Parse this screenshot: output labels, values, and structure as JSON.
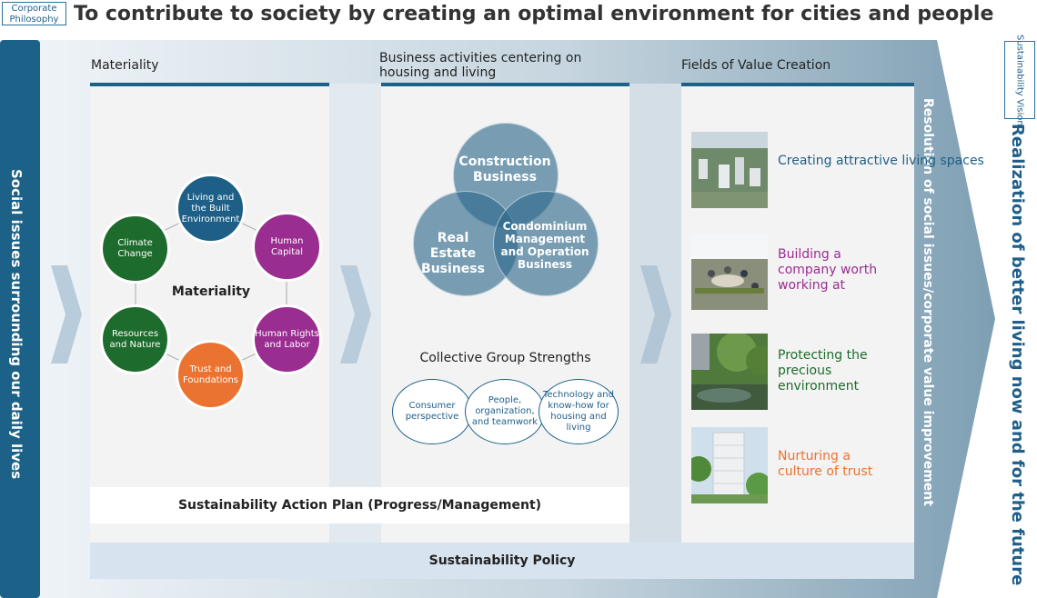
{
  "header": {
    "tag": "Corporate Philosophy",
    "title": "To contribute to society by creating an optimal environment for cities and people"
  },
  "left_bar": {
    "text": "Social issues surrounding our daily lives"
  },
  "right_bar": {
    "text": "Resolution of social issues/corporate value improvement"
  },
  "outcome": {
    "text": "Realization of better living now and for the future"
  },
  "vision_tag": "Sustainability Vision",
  "materiality": {
    "heading": "Materiality",
    "center_label": "Materiality",
    "items": [
      {
        "label": "Living and the Built Environment",
        "color": "#1d5f86"
      },
      {
        "label": "Human Capital",
        "color": "#9a2d90"
      },
      {
        "label": "Human Rights and Labor",
        "color": "#9a2d90"
      },
      {
        "label": "Trust and Foundations",
        "color": "#ea7331"
      },
      {
        "label": "Resources and Nature",
        "color": "#1e6c2d"
      },
      {
        "label": "Climate Change",
        "color": "#1e6c2d"
      }
    ]
  },
  "business": {
    "heading": "Business activities centering on housing and living",
    "venn": [
      "Construction Business",
      "Real Estate Business",
      "Condominium Management and Operation Business"
    ],
    "strengths_heading": "Collective Group Strengths",
    "strengths": [
      "Consumer perspective",
      "People, organization, and teamwork",
      "Technology and know-how for housing and living"
    ]
  },
  "fields": {
    "heading": "Fields of Value Creation",
    "items": [
      {
        "label": "Creating attractive living spaces",
        "color": "#1d5f86",
        "image": "aerial-city-photo"
      },
      {
        "label": "Building a company worth working at",
        "color": "#9a2d90",
        "image": "office-meeting-photo"
      },
      {
        "label": "Protecting the precious environment",
        "color": "#1e6c2d",
        "image": "garden-pond-photo"
      },
      {
        "label": "Nurturing a culture of trust",
        "color": "#ea7331",
        "image": "high-rise-building-photo"
      }
    ]
  },
  "action_plan": "Sustainability Action Plan (Progress/Management)",
  "policy": "Sustainability Policy"
}
